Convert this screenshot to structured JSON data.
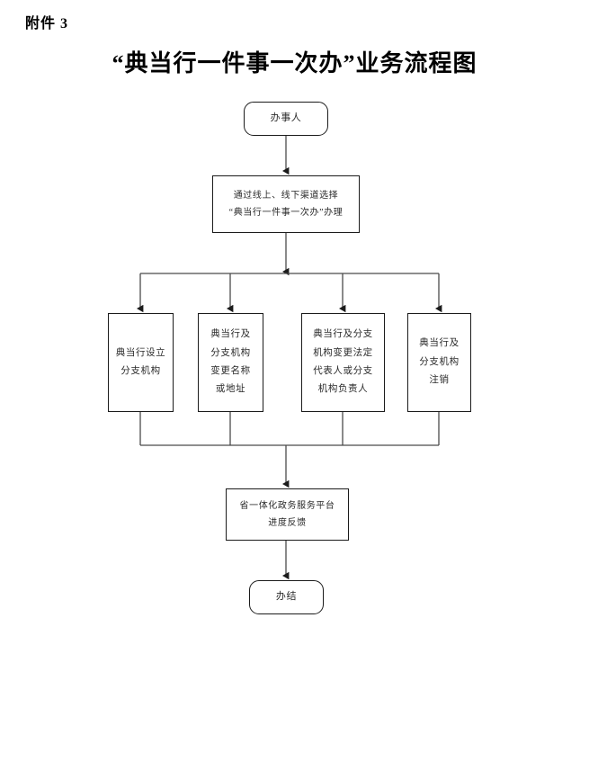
{
  "header": {
    "attachment_label": "附件 3",
    "title": "“典当行一件事一次办”业务流程图"
  },
  "chart_data": {
    "type": "diagram",
    "diagram_type": "flowchart",
    "orientation": "top-to-bottom",
    "title": "“典当行一件事一次办”业务流程图",
    "nodes": [
      {
        "id": "applicant",
        "shape": "terminator",
        "lines": [
          "办事人"
        ]
      },
      {
        "id": "channel",
        "shape": "process",
        "lines": [
          "通过线上、线下渠道选择",
          "“典当行一件事一次办”办理"
        ]
      },
      {
        "id": "branch-setup",
        "shape": "process",
        "lines": [
          "典当行设立",
          "分支机构"
        ]
      },
      {
        "id": "name-change",
        "shape": "process",
        "lines": [
          "典当行及",
          "分支机构",
          "变更名称",
          "或地址"
        ]
      },
      {
        "id": "legal-rep",
        "shape": "process",
        "lines": [
          "典当行及分支",
          "机构变更法定",
          "代表人或分支",
          "机构负责人"
        ]
      },
      {
        "id": "cancel",
        "shape": "process",
        "lines": [
          "典当行及",
          "分支机构",
          "注销"
        ]
      },
      {
        "id": "platform",
        "shape": "process",
        "lines": [
          "省一体化政务服务平台",
          "进度反馈"
        ]
      },
      {
        "id": "done",
        "shape": "terminator",
        "lines": [
          "办结"
        ]
      }
    ],
    "edges": [
      {
        "from": "applicant",
        "to": "channel",
        "style": "straight-arrow"
      },
      {
        "from": "channel",
        "to": "fork-bus",
        "style": "straight-arrow"
      },
      {
        "from": "fork-bus",
        "to": "branch-setup",
        "style": "orthogonal-arrow"
      },
      {
        "from": "fork-bus",
        "to": "name-change",
        "style": "orthogonal-arrow"
      },
      {
        "from": "fork-bus",
        "to": "legal-rep",
        "style": "orthogonal-arrow"
      },
      {
        "from": "fork-bus",
        "to": "cancel",
        "style": "orthogonal-arrow"
      },
      {
        "from": "branch-setup",
        "to": "merge-bus",
        "style": "orthogonal"
      },
      {
        "from": "name-change",
        "to": "merge-bus",
        "style": "orthogonal"
      },
      {
        "from": "legal-rep",
        "to": "merge-bus",
        "style": "orthogonal"
      },
      {
        "from": "cancel",
        "to": "merge-bus",
        "style": "orthogonal"
      },
      {
        "from": "merge-bus",
        "to": "platform",
        "style": "straight-arrow"
      },
      {
        "from": "platform",
        "to": "done",
        "style": "straight-arrow"
      }
    ],
    "colors": {
      "stroke": "#1b1b1b",
      "text": "#2a2a2a",
      "background": "#ffffff"
    }
  }
}
